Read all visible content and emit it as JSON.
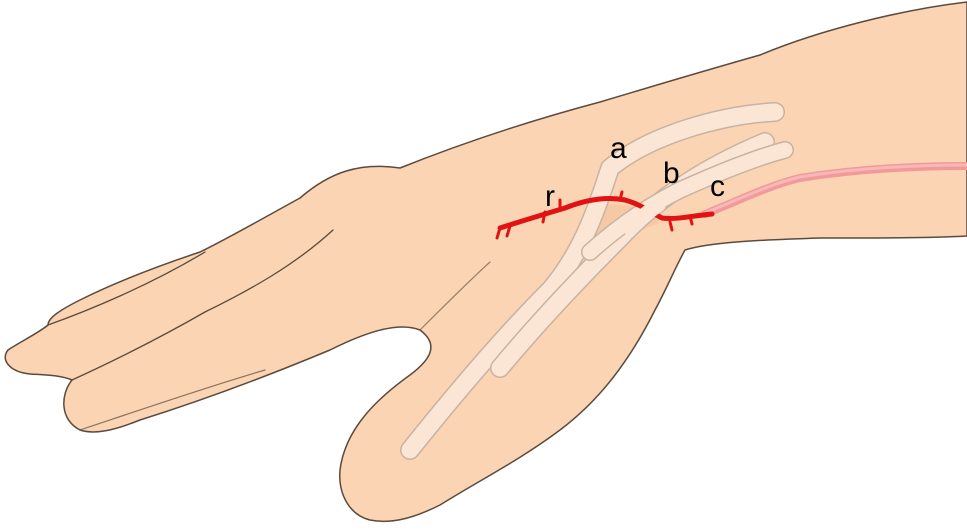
{
  "labels": {
    "a": "a",
    "b": "b",
    "c": "c",
    "r": "r"
  },
  "colors": {
    "background": "#ffffff",
    "skin": "#fad4b3",
    "skin_outline": "#5c4a3d",
    "tendon": "#fbe6d6",
    "tendon_outline": "#c9b2a0",
    "artery": "#e21212",
    "artery_proximal": "#f29a9a",
    "label": "#000000"
  }
}
